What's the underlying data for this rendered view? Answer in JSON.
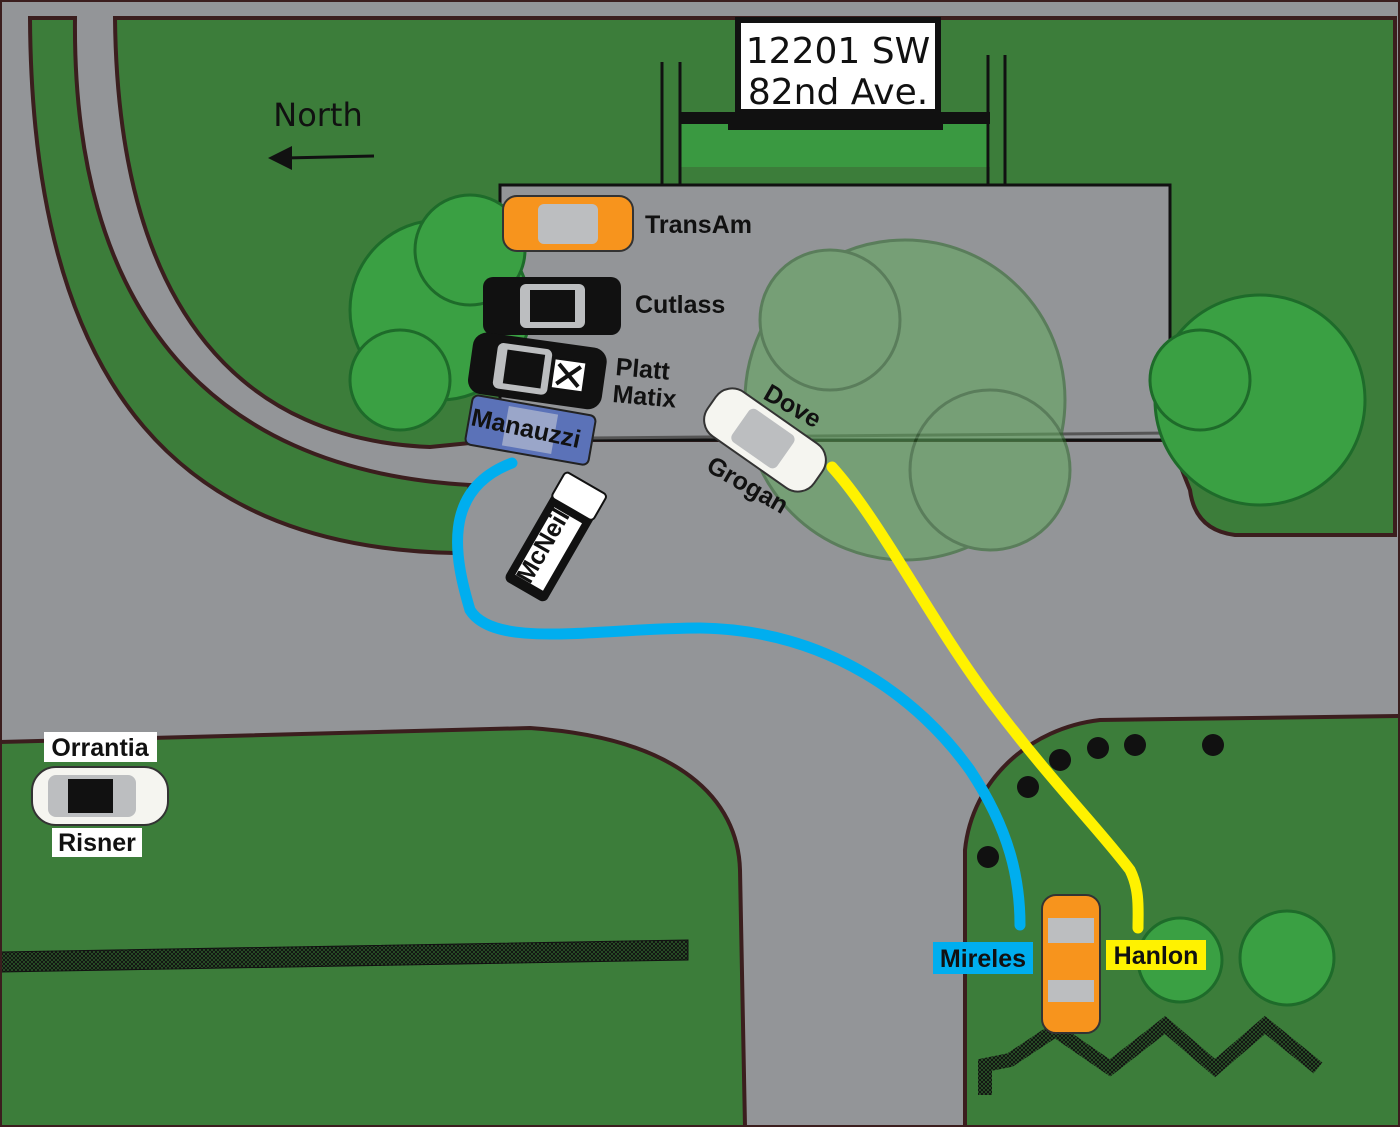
{
  "address": {
    "line1": "12201 SW",
    "line2": "82nd Ave."
  },
  "compass": {
    "label": "North",
    "icon": "arrow-left-icon"
  },
  "vehicles": {
    "transam": "TransAm",
    "cutlass": "Cutlass",
    "platt": "Platt",
    "matix": "Matix",
    "manauzzi": "Manauzzi",
    "mcneill": "McNeill",
    "dove": "Dove",
    "grogan": "Grogan",
    "orrantia": "Orrantia",
    "risner": "Risner"
  },
  "witnesses": {
    "mireles": "Mireles",
    "hanlon": "Hanlon"
  },
  "colors": {
    "grass": "#3c7d3a",
    "road": "#939598",
    "outline": "#3b1e1e",
    "tree": "#3aa043",
    "blue_path": "#00aeef",
    "yellow_path": "#fff200",
    "orange_car": "#f7941d",
    "blue_car": "#5b72b8"
  }
}
